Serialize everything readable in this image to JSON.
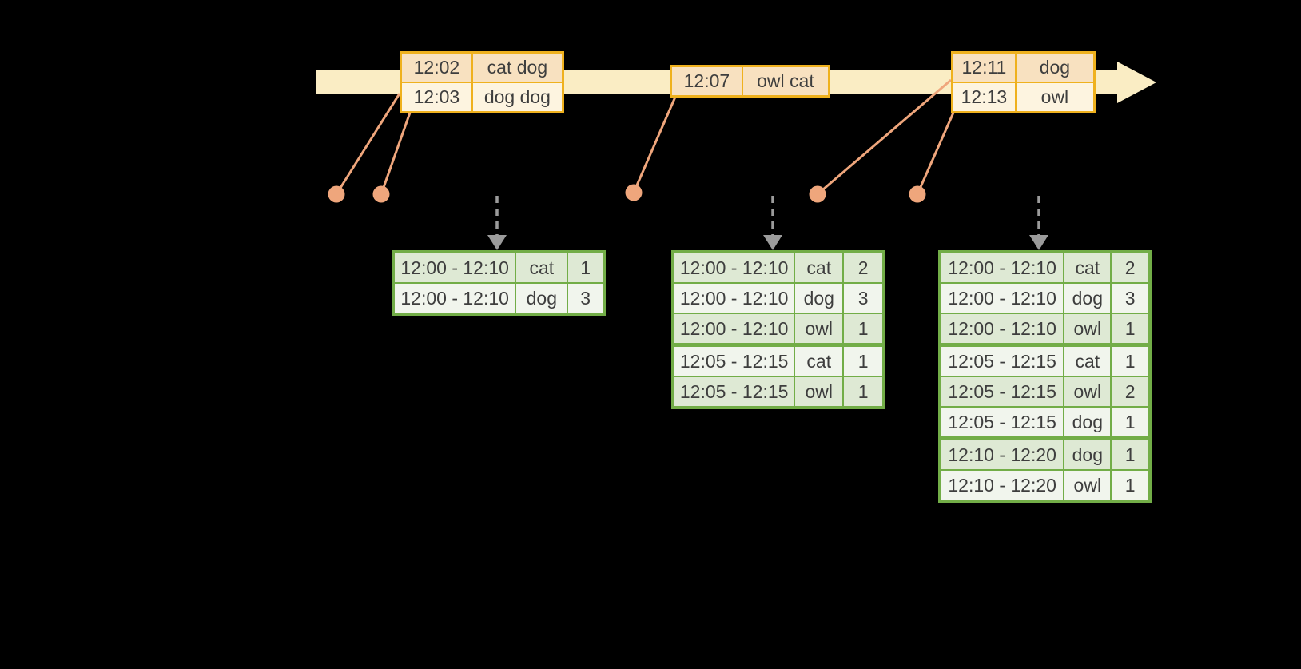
{
  "timeline": {
    "direction": "left-to-right",
    "event_boxes": [
      {
        "rows": [
          [
            "12:02",
            "cat dog"
          ],
          [
            "12:03",
            "dog dog"
          ]
        ]
      },
      {
        "rows": [
          [
            "12:07",
            "owl cat"
          ]
        ]
      },
      {
        "rows": [
          [
            "12:11",
            "dog"
          ],
          [
            "12:13",
            "owl"
          ]
        ]
      }
    ]
  },
  "result_tables": [
    {
      "rows": [
        [
          "12:00 - 12:10",
          "cat",
          "1"
        ],
        [
          "12:00 - 12:10",
          "dog",
          "3"
        ]
      ]
    },
    {
      "rows": [
        [
          "12:00 - 12:10",
          "cat",
          "2"
        ],
        [
          "12:00 - 12:10",
          "dog",
          "3"
        ],
        [
          "12:00 - 12:10",
          "owl",
          "1"
        ],
        [
          "12:05 - 12:15",
          "cat",
          "1"
        ],
        [
          "12:05 - 12:15",
          "owl",
          "1"
        ]
      ]
    },
    {
      "rows": [
        [
          "12:00 - 12:10",
          "cat",
          "2"
        ],
        [
          "12:00 - 12:10",
          "dog",
          "3"
        ],
        [
          "12:00 - 12:10",
          "owl",
          "1"
        ],
        [
          "12:05 - 12:15",
          "cat",
          "1"
        ],
        [
          "12:05 - 12:15",
          "owl",
          "2"
        ],
        [
          "12:05 - 12:15",
          "dog",
          "1"
        ],
        [
          "12:10 - 12:20",
          "dog",
          "1"
        ],
        [
          "12:10 - 12:20",
          "owl",
          "1"
        ]
      ]
    }
  ],
  "icons": {
    "timeline_arrowhead": "right-arrowhead",
    "trigger_arrowhead": "down-arrowhead",
    "event_dot": "filled-circle"
  },
  "colors": {
    "background": "#000000",
    "timeline_band": "#FAEDC4",
    "event_table_border": "#EFB11E",
    "event_row_peach": "#F8E1C0",
    "event_row_cream": "#FDF4E0",
    "connector": "#EFA67C",
    "trigger_arrow": "#9B9B9B",
    "result_table_border": "#72AD47",
    "result_row_dark": "#DEE9D4",
    "result_row_light": "#F1F5ED",
    "text": "#3E3E3E"
  }
}
